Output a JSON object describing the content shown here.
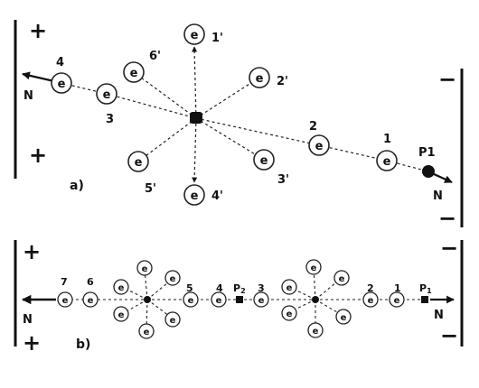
{
  "panel_a": {
    "label": "a)",
    "plate_left_signs": [
      "+",
      "+"
    ],
    "plate_right_signs": [
      "−",
      "−"
    ],
    "electron_symbol": "e",
    "left_pole": "N",
    "right_pole": "N",
    "chain_labels": [
      "4",
      "3",
      "2",
      "1"
    ],
    "end_label": "P1",
    "star_labels": [
      "1'",
      "2'",
      "3'",
      "4'",
      "5'",
      "6'"
    ]
  },
  "panel_b": {
    "label": "b)",
    "plate_left_signs": [
      "+",
      "+"
    ],
    "plate_right_signs": [
      "−",
      "−"
    ],
    "electron_symbol": "e",
    "left_pole": "N",
    "right_pole": "N",
    "chain_labels": [
      "7",
      "6",
      "5",
      "4",
      "3",
      "2",
      "1"
    ],
    "mid_label": "P",
    "mid_sub": "2",
    "end_label": "P",
    "end_sub": "1"
  }
}
